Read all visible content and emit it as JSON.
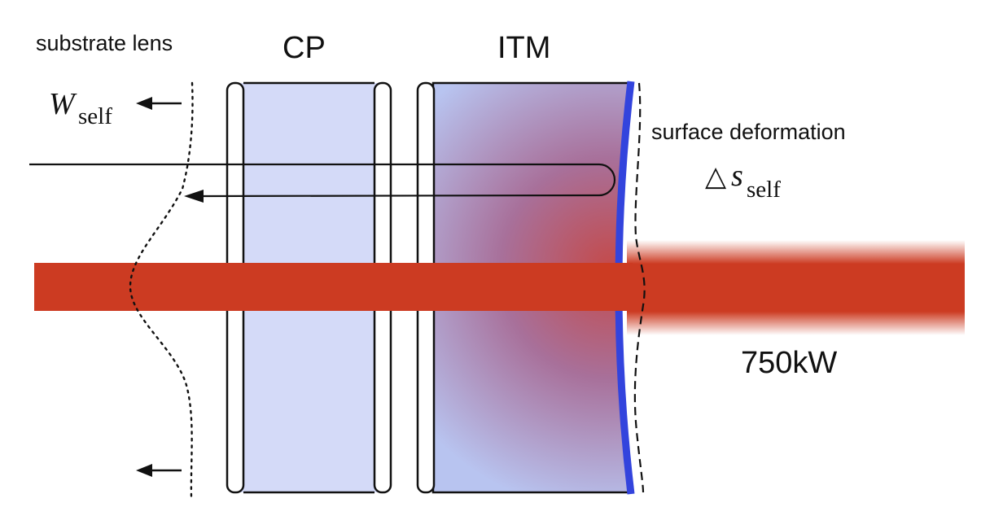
{
  "labels": {
    "substrate_lens": "substrate lens",
    "cp": "CP",
    "itm": "ITM",
    "surface_deformation": "surface deformation",
    "power": "750kW"
  },
  "symbols": {
    "w_self_main": "W",
    "w_self_sub": "self",
    "delta_symbol": "△",
    "s_self_main": "s",
    "s_self_sub": "self"
  },
  "colors": {
    "beam": "#cc3b22",
    "coating": "#3344dd",
    "cp_fill": "#d4daf8",
    "itm_fill_edge": "#b8c4f0",
    "itm_fill_hot": "#c44a4a"
  }
}
